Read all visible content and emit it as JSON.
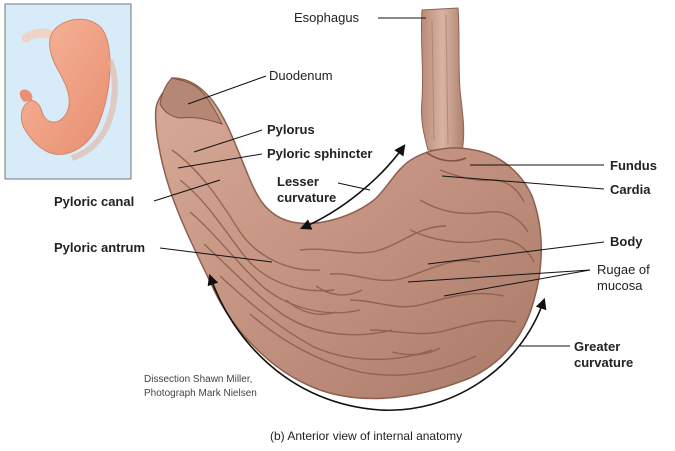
{
  "labels": {
    "esophagus": "Esophagus",
    "duodenum": "Duodenum",
    "pylorus": "Pylorus",
    "pyloric_sphincter": "Pyloric sphincter",
    "pyloric_canal": "Pyloric canal",
    "lesser_curvature_1": "Lesser",
    "lesser_curvature_2": "curvature",
    "pyloric_antrum": "Pyloric antrum",
    "fundus": "Fundus",
    "cardia": "Cardia",
    "body": "Body",
    "rugae_1": "Rugae of",
    "rugae_2": "mucosa",
    "greater_curvature_1": "Greater",
    "greater_curvature_2": "curvature"
  },
  "credit": {
    "line1": "Dissection Shawn Miller,",
    "line2": "Photograph Mark Nielsen"
  },
  "caption": "(b) Anterior view of internal anatomy",
  "colors": {
    "tissue": "#c99a86",
    "tissue_dark": "#9c6f5e",
    "fold": "#8a5c4c",
    "inset_bg": "#d7ecf8",
    "inset_stomach": "#f0a488",
    "text": "#222222"
  }
}
